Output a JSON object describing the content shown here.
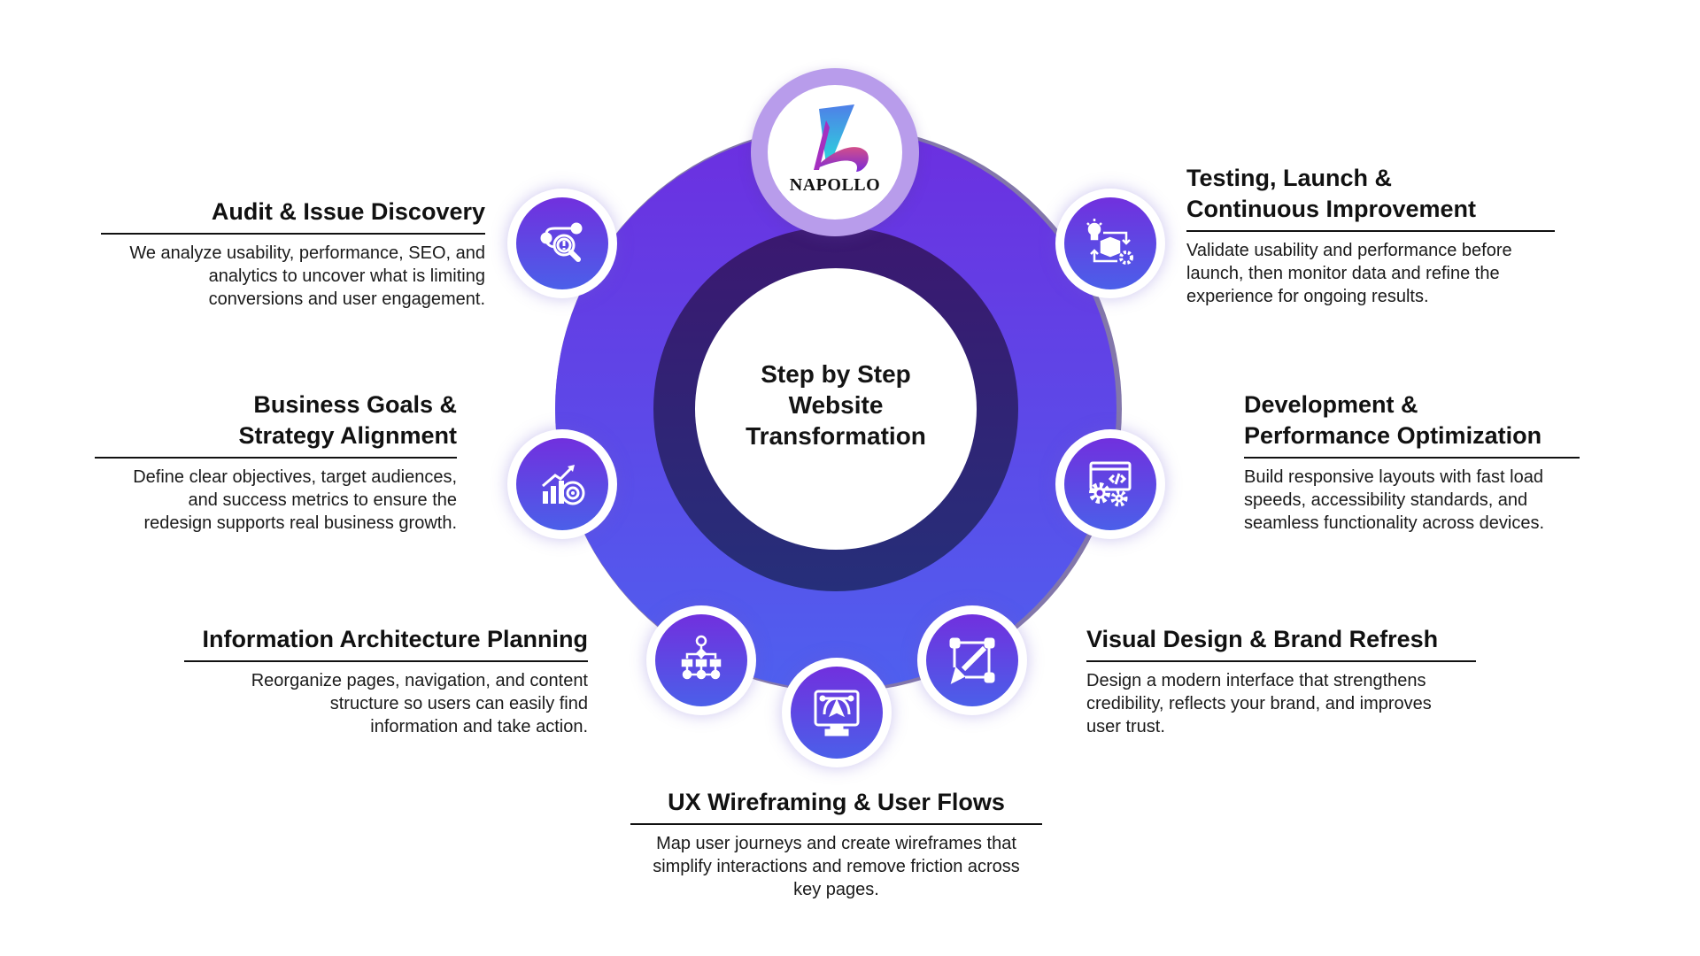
{
  "logo": {
    "brand": "NAPOLLO"
  },
  "center": {
    "line1": "Step by Step",
    "line2": "Website",
    "line3": "Transformation"
  },
  "colors": {
    "ring_top": "#6c2fe0",
    "ring_bottom": "#4f60ef",
    "inner_ring_top": "#3b1870",
    "inner_ring_bottom": "#262f7a",
    "logo_ring": "#b89ceb"
  },
  "steps": [
    {
      "icon": "audit-magnifier-icon",
      "title": "Audit & Issue Discovery",
      "desc1": "We analyze usability, performance, SEO, and",
      "desc2": "analytics to uncover what is limiting",
      "desc3": "conversions and user engagement."
    },
    {
      "icon": "growth-chart-target-icon",
      "title1": "Business Goals &",
      "title2": "Strategy Alignment",
      "desc1": "Define clear objectives, target audiences,",
      "desc2": "and success metrics to ensure the",
      "desc3": "redesign supports real business growth."
    },
    {
      "icon": "sitemap-hierarchy-icon",
      "title": "Information Architecture Planning",
      "desc1": "Reorganize pages, navigation, and content",
      "desc2": "structure so users can easily find",
      "desc3": "information and take action."
    },
    {
      "icon": "monitor-vector-pen-icon",
      "title": "UX Wireframing & User Flows",
      "desc1": "Map user journeys and create wireframes that",
      "desc2": "simplify interactions and remove friction across",
      "desc3": "key pages."
    },
    {
      "icon": "design-pen-tool-icon",
      "title": "Visual Design & Brand Refresh",
      "desc1": "Design a modern interface that strengthens",
      "desc2": "credibility, reflects your brand, and improves",
      "desc3": "user trust."
    },
    {
      "icon": "code-gears-icon",
      "title1": "Development &",
      "title2": "Performance Optimization",
      "desc1": "Build responsive layouts with fast load",
      "desc2": "speeds, accessibility standards, and",
      "desc3": "seamless functionality across devices."
    },
    {
      "icon": "idea-cube-cycle-icon",
      "title1": "Testing, Launch &",
      "title2": "Continuous Improvement",
      "desc1": "Validate usability and performance before",
      "desc2": "launch, then monitor data and refine the",
      "desc3": "experience for ongoing results."
    }
  ]
}
